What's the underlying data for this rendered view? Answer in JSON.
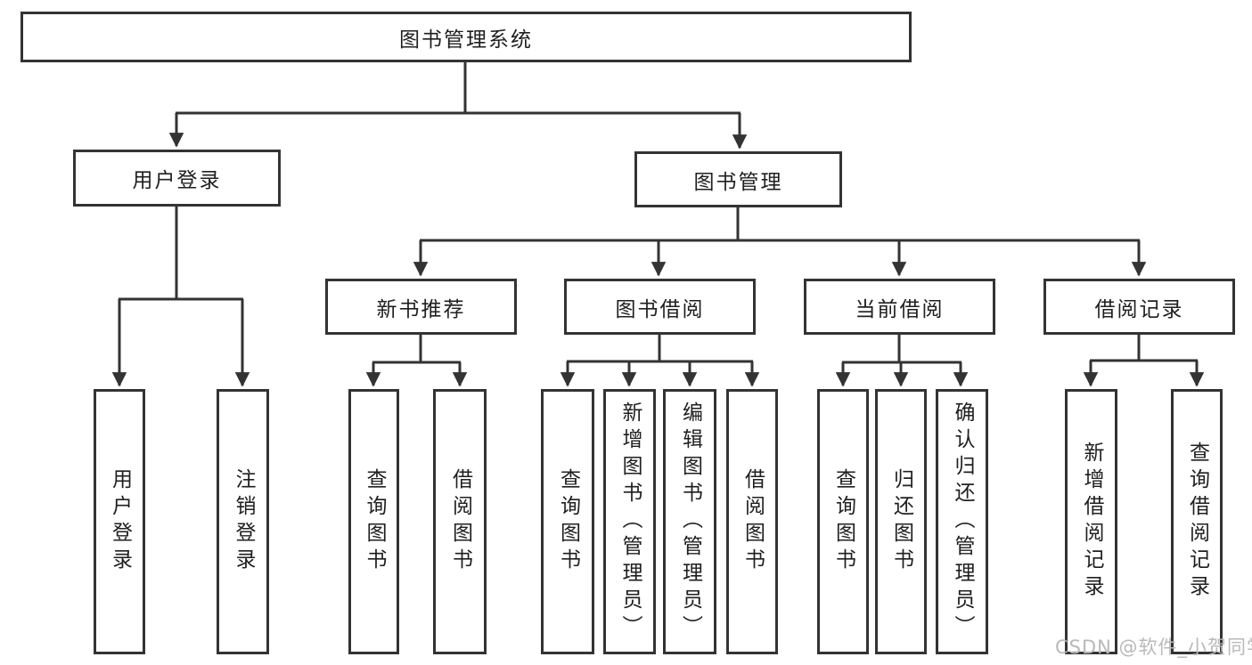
{
  "page": {
    "background_color": "#ffffff"
  },
  "diagram": {
    "type": "tree",
    "line_color": "#333333",
    "box_border_color": "#333333",
    "text_color": "#1f1f1f",
    "tree": {
      "label": "图书管理系统",
      "children": [
        {
          "label": "用户登录",
          "children": [
            {
              "label": "用户登录"
            },
            {
              "label": "注销登录"
            }
          ]
        },
        {
          "label": "图书管理",
          "children": [
            {
              "label": "新书推荐",
              "children": [
                {
                  "label": "查询图书"
                },
                {
                  "label": "借阅图书"
                }
              ]
            },
            {
              "label": "图书借阅",
              "children": [
                {
                  "label": "查询图书"
                },
                {
                  "label": "新增图书（管理员）"
                },
                {
                  "label": "编辑图书（管理员）"
                },
                {
                  "label": "借阅图书"
                }
              ]
            },
            {
              "label": "当前借阅",
              "children": [
                {
                  "label": "查询图书"
                },
                {
                  "label": "归还图书"
                },
                {
                  "label": "确认归还（管理员）"
                }
              ]
            },
            {
              "label": "借阅记录",
              "children": [
                {
                  "label": "新增借阅记录"
                },
                {
                  "label": "查询借阅记录"
                }
              ]
            }
          ]
        }
      ]
    },
    "watermark": {
      "text": "CSDN @软件_小贺同学",
      "color": "#b9b9b9"
    }
  }
}
